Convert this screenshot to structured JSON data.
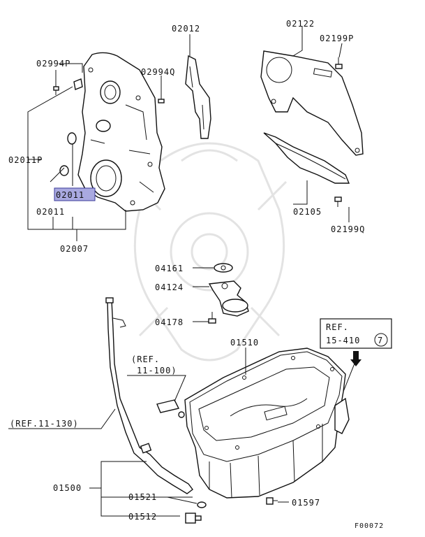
{
  "diagram": {
    "figure_id": "F00072",
    "selected_part": "02011",
    "labels": {
      "p02994P": "02994P",
      "p02994Q": "02994Q",
      "p02012": "02012",
      "p02122": "02122",
      "p02199P": "02199P",
      "p02011P": "02011P",
      "p02011_hl": "02011",
      "p02011": "02011",
      "p02007": "02007",
      "p02105": "02105",
      "p02199Q": "02199Q",
      "p04161": "04161",
      "p04124": "04124",
      "p04178": "04178",
      "ref_15_410": "REF.",
      "ref_15_410b": "15-410",
      "ref_15_410c": "7",
      "p01510": "01510",
      "ref_11_100a": "(REF.",
      "ref_11_100b": "11-100)",
      "ref_11_130": "(REF.11-130)",
      "p01500": "01500",
      "p01521": "01521",
      "p01597": "01597",
      "p01512": "01512"
    }
  }
}
